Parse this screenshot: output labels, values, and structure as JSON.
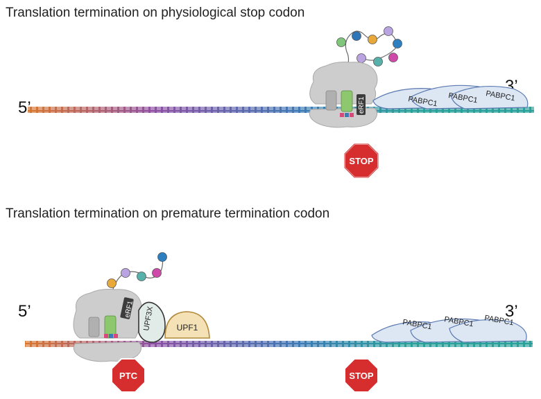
{
  "top": {
    "title": "Translation termination on physiological stop codon",
    "five_prime": "5’",
    "three_prime": "3’",
    "release_factor": "eRF1",
    "pabp_labels": [
      "PABPC1",
      "PABPC1",
      "PABPC1"
    ],
    "stop_sign": "STOP"
  },
  "bottom": {
    "title": "Translation termination on premature termination codon",
    "five_prime": "5’",
    "three_prime": "3’",
    "release_factor": "eRF1",
    "upf3x": "UPF3X",
    "upf1": "UPF1",
    "pabp_labels": [
      "PABPC1",
      "PABPC1",
      "PABPC1"
    ],
    "ptc_sign": "PTC",
    "stop_sign": "STOP"
  },
  "colors": {
    "peptide_beads": [
      "#e9a83a",
      "#7fc57a",
      "#2f76b8",
      "#b9a3e0",
      "#2d7fc0",
      "#cf4aa8",
      "#55b1a9"
    ],
    "stop_sign": "#d62e2e",
    "ribosome": "#cdcdcd",
    "pabp": "#dde7f4",
    "upf1": "#f4e1b5",
    "upf3x": "#e1ebe7",
    "erf1": "#3c3c3c"
  }
}
